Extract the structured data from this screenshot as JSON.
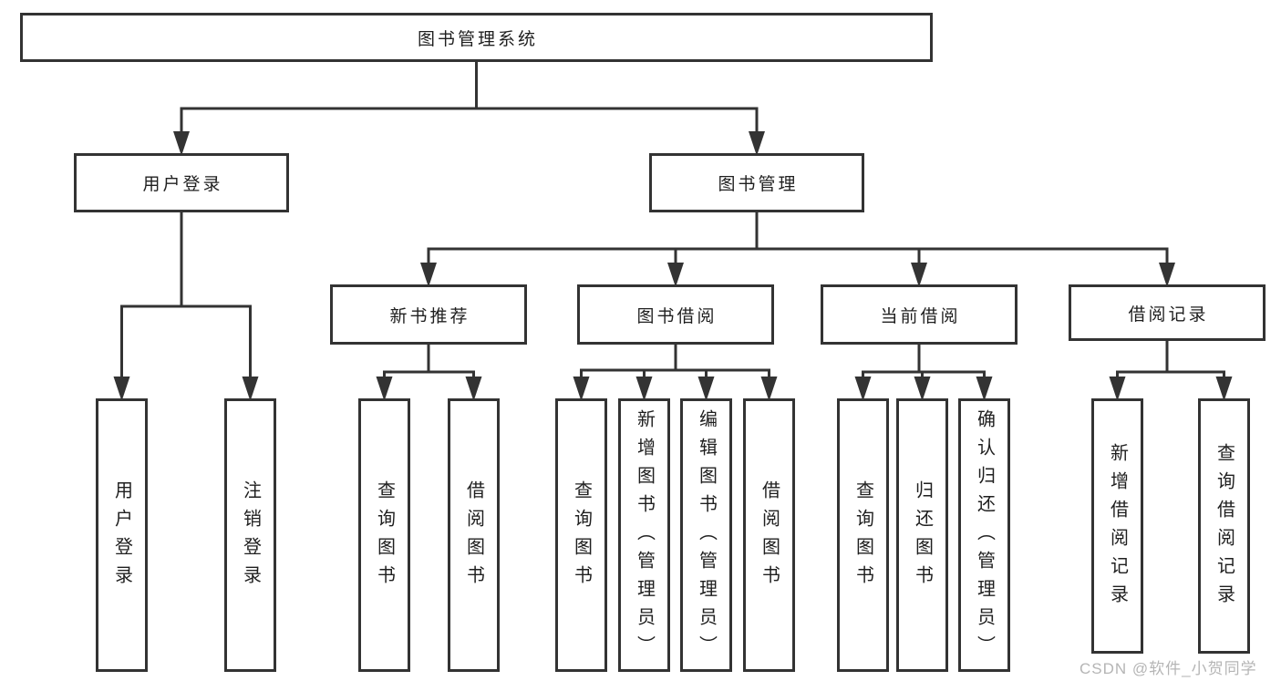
{
  "diagram_title": "图书管理系统",
  "watermark": {
    "text": "CSDN @软件_小贺同学"
  },
  "colors": {
    "line": "#333333",
    "box_border": "#333333",
    "text": "#1f1f1f",
    "watermark": "#b5b5b5",
    "background": "#ffffff"
  },
  "nodes": [
    {
      "id": "system-root",
      "label": "图书管理系统",
      "children": [
        "user-login-module",
        "book-management-module"
      ]
    },
    {
      "id": "user-login-module",
      "label": "用户登录",
      "children": [
        "user-login-func",
        "logout-func"
      ]
    },
    {
      "id": "book-management-module",
      "label": "图书管理",
      "children": [
        "new-book-recommend-module",
        "book-borrow-module",
        "current-borrow-module",
        "borrow-record-module"
      ]
    },
    {
      "id": "new-book-recommend-module",
      "label": "新书推荐",
      "children": [
        "query-book-func-1",
        "borrow-book-func-1"
      ]
    },
    {
      "id": "book-borrow-module",
      "label": "图书借阅",
      "children": [
        "query-book-func-2",
        "add-book-admin-func",
        "edit-book-admin-func",
        "borrow-book-func-2"
      ]
    },
    {
      "id": "current-borrow-module",
      "label": "当前借阅",
      "children": [
        "query-book-func-3",
        "return-book-func",
        "confirm-return-admin-func"
      ]
    },
    {
      "id": "borrow-record-module",
      "label": "借阅记录",
      "children": [
        "add-borrow-record-func",
        "query-borrow-record-func"
      ]
    },
    {
      "id": "user-login-func",
      "label": "用户登录"
    },
    {
      "id": "logout-func",
      "label": "注销登录"
    },
    {
      "id": "query-book-func-1",
      "label": "查询图书"
    },
    {
      "id": "borrow-book-func-1",
      "label": "借阅图书"
    },
    {
      "id": "query-book-func-2",
      "label": "查询图书"
    },
    {
      "id": "add-book-admin-func",
      "label": "新增图书（管理员）"
    },
    {
      "id": "edit-book-admin-func",
      "label": "编辑图书（管理员）"
    },
    {
      "id": "borrow-book-func-2",
      "label": "借阅图书"
    },
    {
      "id": "query-book-func-3",
      "label": "查询图书"
    },
    {
      "id": "return-book-func",
      "label": "归还图书"
    },
    {
      "id": "confirm-return-admin-func",
      "label": "确认归还（管理员）"
    },
    {
      "id": "add-borrow-record-func",
      "label": "新增借阅记录"
    },
    {
      "id": "query-borrow-record-func",
      "label": "查询借阅记录"
    }
  ]
}
